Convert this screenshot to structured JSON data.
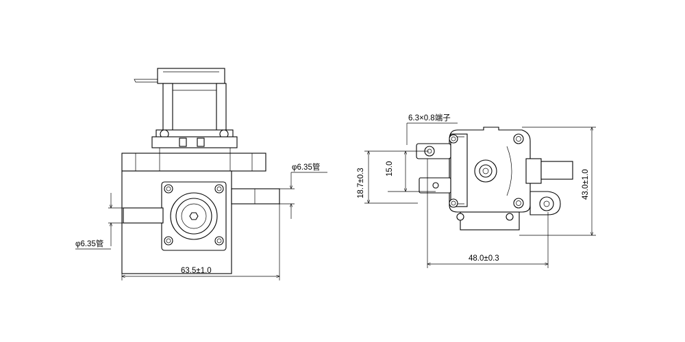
{
  "drawing": {
    "front_view": {
      "width_dim": "63.5±1.0",
      "outlet_pipe_dim": "φ6.35管",
      "inlet_pipe_dim": "φ6.35管"
    },
    "side_view": {
      "terminal_dim": "6.3×0.8端子",
      "terminal_pitch_dim": "15.0",
      "terminal_height_dim": "18.7±0.3",
      "height_dim": "43.0±1.0",
      "width_dim": "48.0±0.3"
    }
  }
}
